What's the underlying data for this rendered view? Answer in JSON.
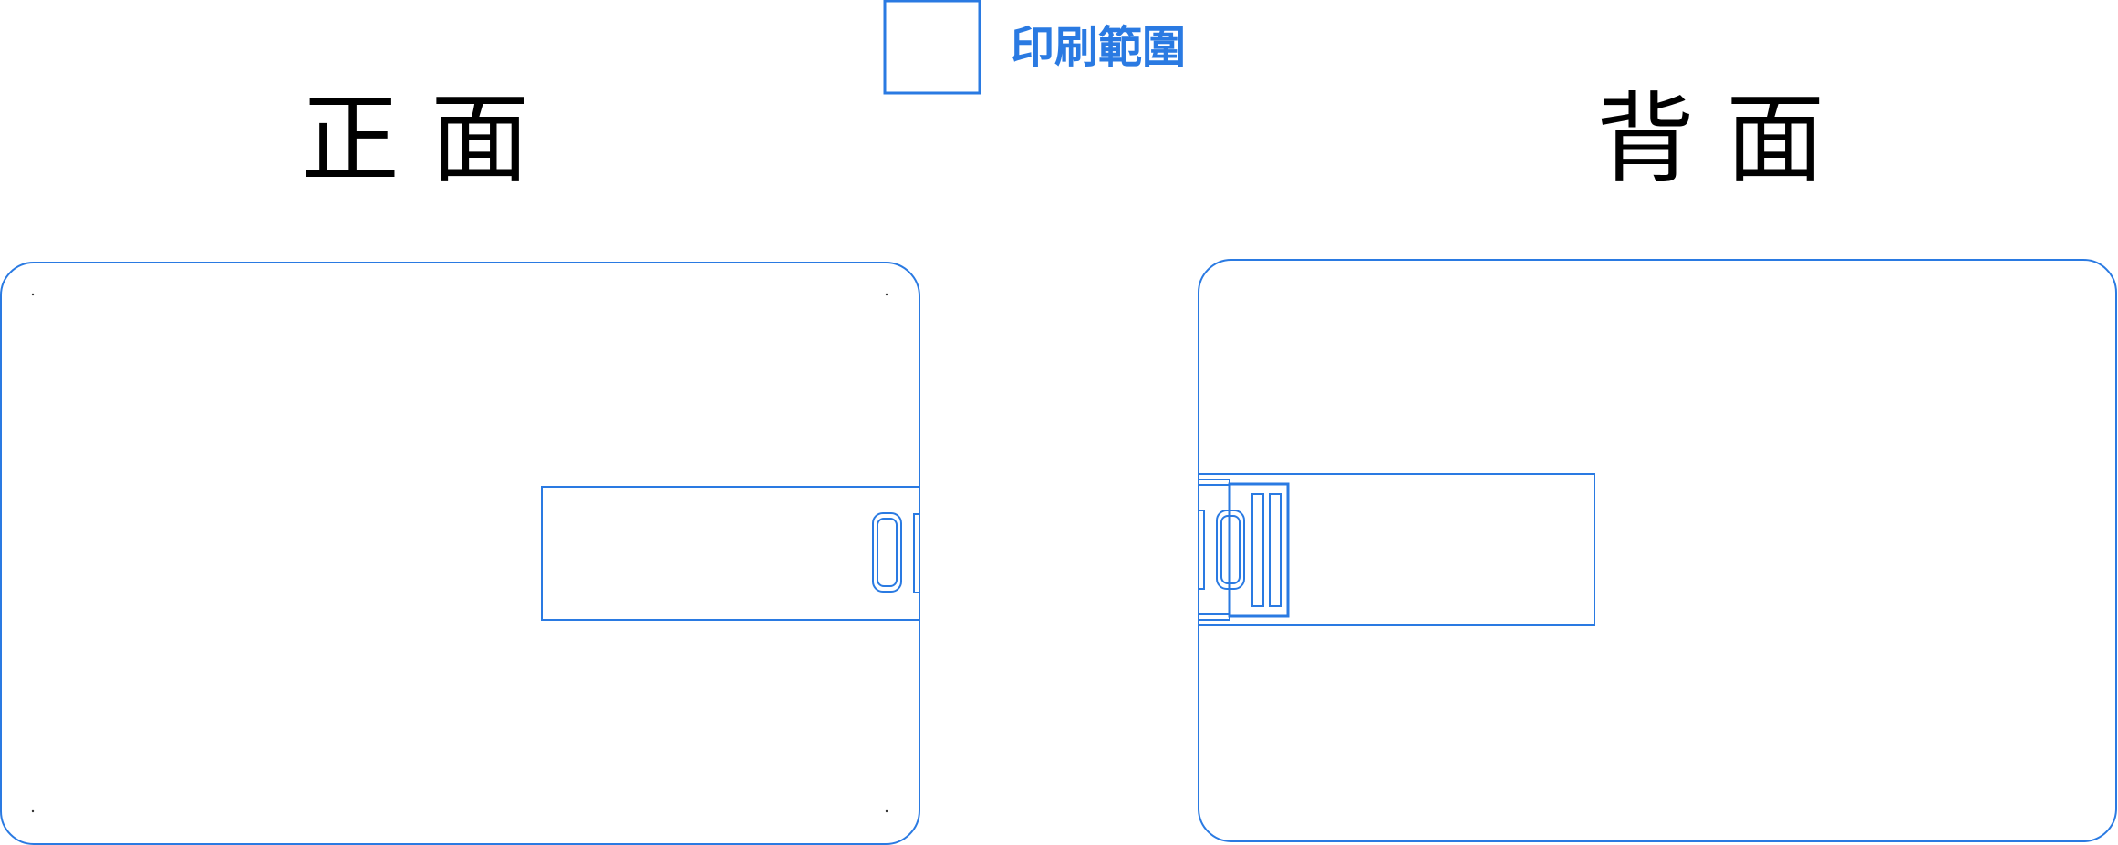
{
  "legend": {
    "label": "印刷範圍"
  },
  "front": {
    "title": "正 面"
  },
  "back": {
    "title": "背 面"
  },
  "colors": {
    "print_area": "#2a7ae2",
    "title_text": "#000000",
    "background": "#ffffff"
  }
}
